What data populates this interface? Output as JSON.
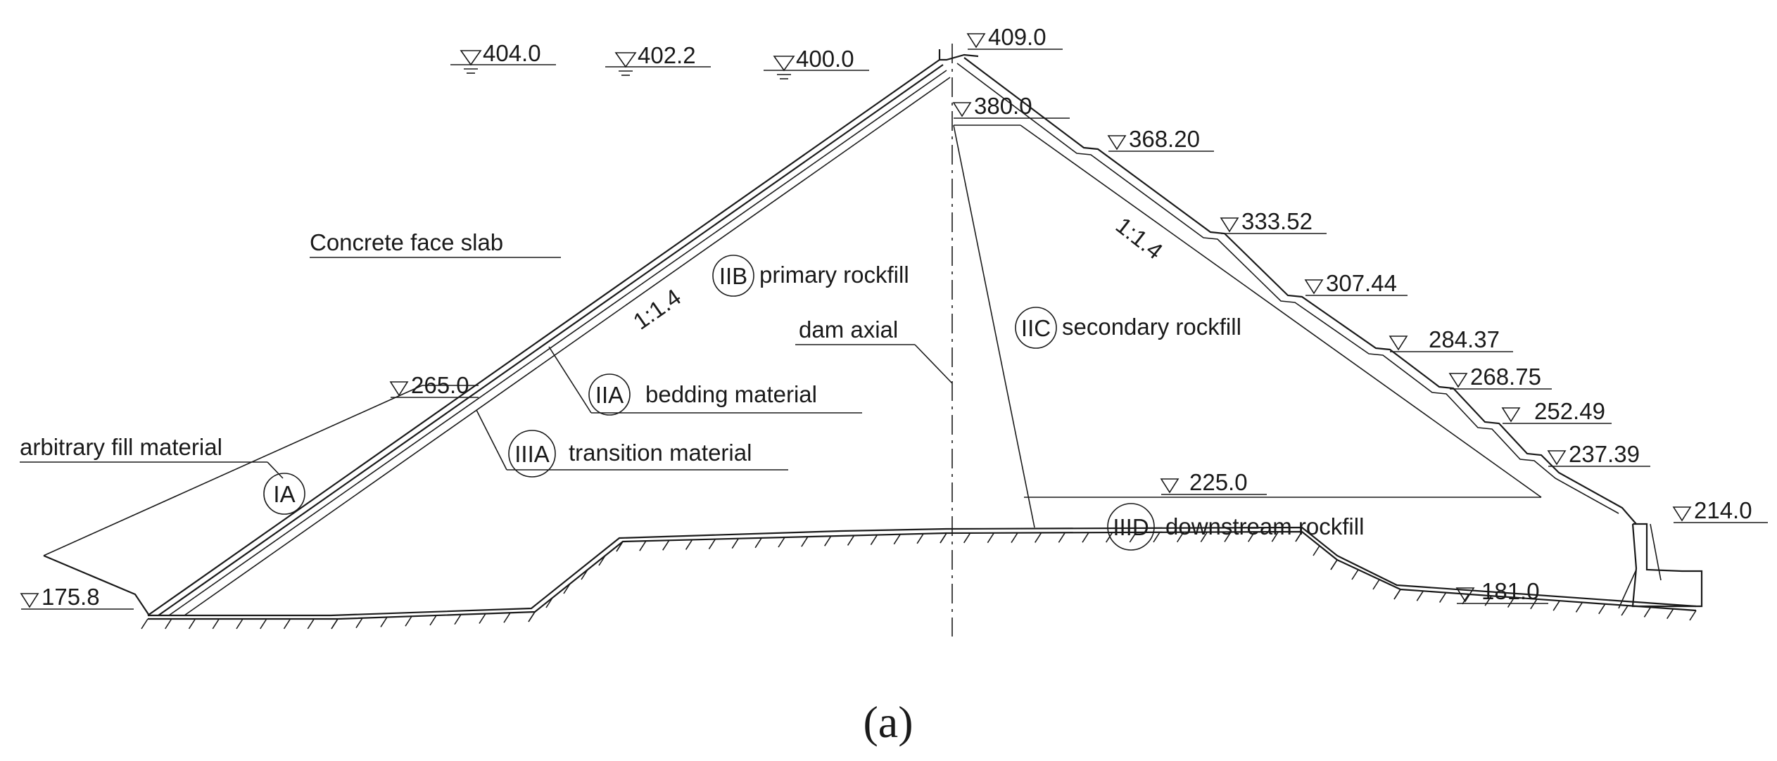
{
  "water_levels": [
    "404.0",
    "402.2",
    "400.0"
  ],
  "elevations": {
    "crest": "409.0",
    "e380": "380.0",
    "b1": "368.20",
    "b2": "333.52",
    "b3": "307.44",
    "b4": "284.37",
    "b5": "268.75",
    "b6": "252.49",
    "b7": "237.39",
    "toe": "214.0",
    "e265": "265.0",
    "e225": "225.0",
    "upstream_base": "175.8",
    "downstream_base": "181.0"
  },
  "zones": {
    "IIB": "IIB",
    "IIB_text": "primary rockfill",
    "IIC": "IIC",
    "IIC_text": "secondary rockfill",
    "IIA": "IIA",
    "IIA_text": "bedding material",
    "IIIA": "IIIA",
    "IIIA_text": "transition material",
    "IA": "IA",
    "IID": "IIID",
    "IID_text": "downstream rockfill"
  },
  "labels": {
    "face_slab": "Concrete face slab",
    "fill": "arbitrary fill material",
    "axis": "dam axial",
    "slope_up": "1:1.4",
    "slope_down": "1:1.4"
  },
  "caption": "(a)"
}
